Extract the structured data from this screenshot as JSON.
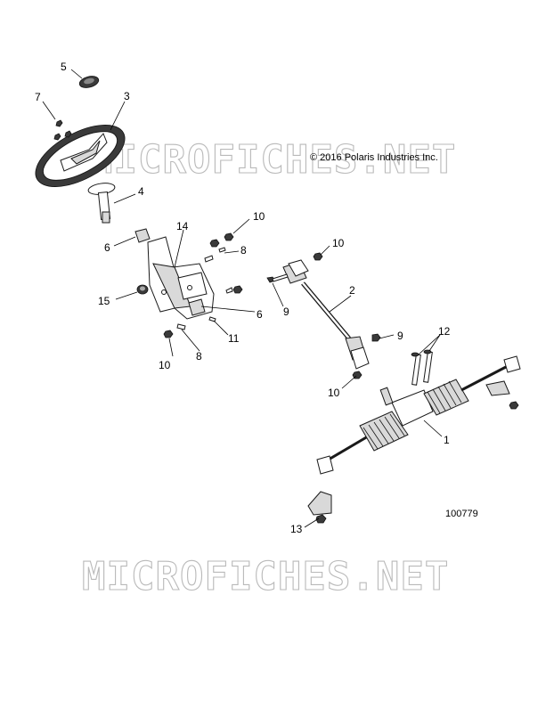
{
  "copyright": "© 2016 Polaris Industries Inc.",
  "figure_id": "100779",
  "watermark": "MICROFICHES.NET",
  "callouts": {
    "c5": "5",
    "c7": "7",
    "c3": "3",
    "c4": "4",
    "c6a": "6",
    "c14": "14",
    "c10a": "10",
    "c8a": "8",
    "c10b": "10",
    "c2": "2",
    "c9a": "9",
    "c15": "15",
    "c6b": "6",
    "c11": "11",
    "c10c": "10",
    "c8b": "8",
    "c9b": "9",
    "c12": "12",
    "c10d": "10",
    "c1": "1",
    "c13": "13"
  }
}
